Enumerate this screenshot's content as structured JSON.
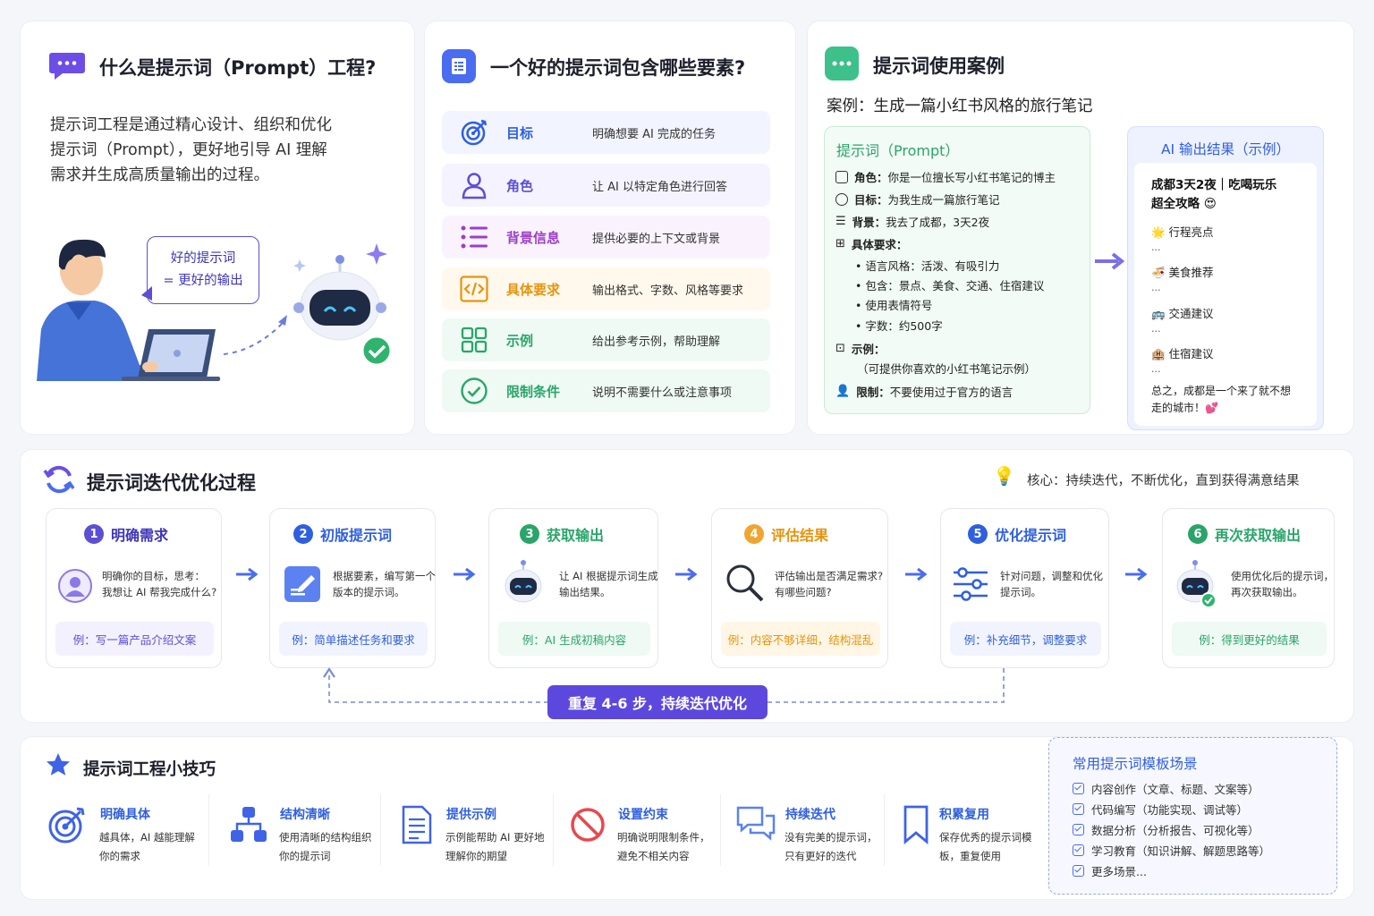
{
  "sec1": {
    "title": "什么是提示词（Prompt）工程?",
    "desc": [
      "提示词工程是通过精心设计、组织和优化",
      "提示词（Prompt），更好地引导 AI 理解",
      "需求并生成高质量输出的过程。"
    ],
    "bubble": [
      "好的提示词",
      "= 更好的输出"
    ]
  },
  "sec2": {
    "title": "一个好的提示词包含哪些要素?",
    "items": [
      {
        "name": "目标",
        "desc": "明确想要 AI 完成的任务",
        "color": "#2f5fe0",
        "bg": "#f2f5ff",
        "icon": "target-icon"
      },
      {
        "name": "角色",
        "desc": "让 AI 以特定角色进行回答",
        "color": "#5b4fd6",
        "bg": "#f5f3ff",
        "icon": "user-icon"
      },
      {
        "name": "背景信息",
        "desc": "提供必要的上下文或背景",
        "color": "#9c3fc8",
        "bg": "#faf3fd",
        "icon": "list-icon"
      },
      {
        "name": "具体要求",
        "desc": "输出格式、字数、风格等要求",
        "color": "#e8930c",
        "bg": "#fff8ec",
        "icon": "code-icon"
      },
      {
        "name": "示例",
        "desc": "给出参考示例，帮助理解",
        "color": "#2aa56a",
        "bg": "#eefaf3",
        "icon": "grid-icon"
      },
      {
        "name": "限制条件",
        "desc": "说明不需要什么或注意事项",
        "color": "#2aa56a",
        "bg": "#eefaf3",
        "icon": "check-circle-icon"
      }
    ]
  },
  "sec3": {
    "title": "提示词使用案例",
    "case": "案例：生成一篇小红书风格的旅行笔记",
    "prompt_title": "提示词（Prompt）",
    "prompt": {
      "role_k": "角色：",
      "role_v": "你是一位擅长写小红书笔记的博主",
      "goal_k": "目标：",
      "goal_v": "为我生成一篇旅行笔记",
      "bg_k": "背景：",
      "bg_v": "我去了成都，3天2夜",
      "req_k": "具体要求：",
      "reqs": [
        "语言风格：活泼、有吸引力",
        "包含：景点、美食、交通、住宿建议",
        "使用表情符号",
        "字数：约500字"
      ],
      "ex_k": "示例：",
      "ex_v": "（可提供你喜欢的小红书笔记示例）",
      "lim_k": "限制：",
      "lim_v": "不要使用过于官方的语言"
    },
    "result_title": "AI 输出结果（示例）",
    "result": {
      "head1": "成都3天2夜｜吃喝玩乐",
      "head2": "超全攻略 😍",
      "l1": "🌟 行程亮点",
      "l2": "🍜 美食推荐",
      "l3": "🚌 交通建议",
      "l4": "🏨 住宿建议",
      "dots": "...",
      "end1": "总之，成都是一个来了就不想",
      "end2": "走的城市！💕"
    }
  },
  "iter": {
    "title": "提示词迭代优化过程",
    "core": "核心：持续迭代，不断优化，直到获得满意结果",
    "loop": "重复 4-6 步，持续迭代优化",
    "steps": [
      {
        "num": "1",
        "name": "明确需求",
        "d1": "明确你的目标，思考：",
        "d2": "我想让 AI 帮我完成什么?",
        "ex": "例：写一篇产品介绍文案",
        "color": "#5b4fd6",
        "ebg": "#f3f1fd"
      },
      {
        "num": "2",
        "name": "初版提示词",
        "d1": "根据要素，编写第一个",
        "d2": "版本的提示词。",
        "ex": "例：简单描述任务和要求",
        "color": "#2f5fe0",
        "ebg": "#f1f4fe"
      },
      {
        "num": "3",
        "name": "获取输出",
        "d1": "让 AI 根据提示词生成",
        "d2": "输出结果。",
        "ex": "例：AI 生成初稿内容",
        "color": "#2aa56a",
        "ebg": "#eefaf3"
      },
      {
        "num": "4",
        "name": "评估结果",
        "d1": "评估输出是否满足需求?",
        "d2": "有哪些问题?",
        "ex": "例：内容不够详细，结构混乱",
        "color": "#e8930c",
        "ebg": "#fff6e6"
      },
      {
        "num": "5",
        "name": "优化提示词",
        "d1": "针对问题，调整和优化",
        "d2": "提示词。",
        "ex": "例：补充细节，调整要求",
        "color": "#2f5fe0",
        "ebg": "#f1f4fe"
      },
      {
        "num": "6",
        "name": "再次获取输出",
        "d1": "使用优化后的提示词，",
        "d2": "再次获取输出。",
        "ex": "例：得到更好的结果",
        "color": "#2aa56a",
        "ebg": "#eefaf3"
      }
    ]
  },
  "tips": {
    "title": "提示词工程小技巧",
    "items": [
      {
        "name": "明确具体",
        "d1": "越具体，AI 越能理解",
        "d2": "你的需求"
      },
      {
        "name": "结构清晰",
        "d1": "使用清晰的结构组织",
        "d2": "你的提示词"
      },
      {
        "name": "提供示例",
        "d1": "示例能帮助 AI 更好地",
        "d2": "理解你的期望"
      },
      {
        "name": "设置约束",
        "d1": "明确说明限制条件，",
        "d2": "避免不相关内容"
      },
      {
        "name": "持续迭代",
        "d1": "没有完美的提示词，",
        "d2": "只有更好的迭代"
      },
      {
        "name": "积累复用",
        "d1": "保存优秀的提示词模",
        "d2": "板，重复使用"
      }
    ]
  },
  "templates": {
    "title": "常用提示词模板场景",
    "items": [
      "内容创作（文章、标题、文案等）",
      "代码编写（功能实现、调试等）",
      "数据分析（分析报告、可视化等）",
      "学习教育（知识讲解、解题思路等）",
      "更多场景..."
    ]
  }
}
